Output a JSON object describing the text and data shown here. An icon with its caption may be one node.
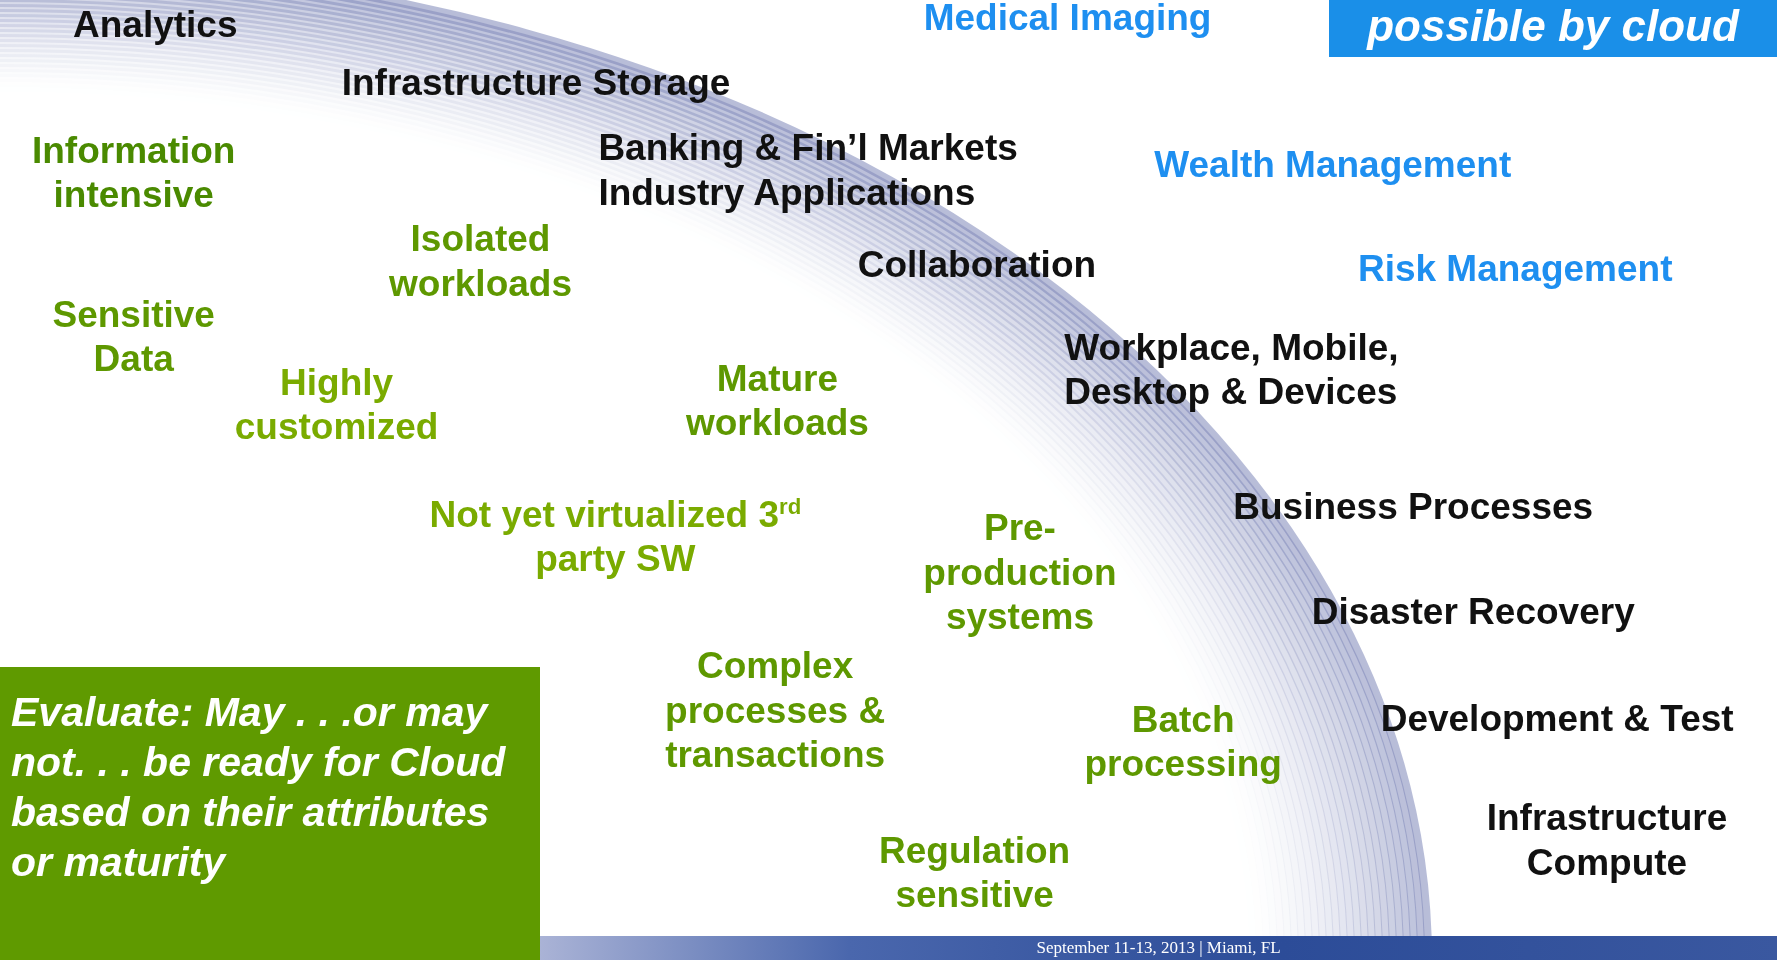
{
  "diagram": {
    "nodes": [
      {
        "text": [
          "possible by cloud"
        ]
      },
      {
        "text": [
          "Evaluate: May . . .or may not. . . be ready for Cloud based on their attributes or maturity"
        ]
      },
      {
        "text": [
          "September 11-13, 2013 | Miami, FL"
        ]
      }
    ],
    "labels": [
      "Analytics",
      "Medical Imaging",
      "Infrastructure Storage",
      "Information intensive",
      "Banking & Fin’l Markets Industry Applications",
      "Wealth Management",
      "Isolated workloads",
      "Collaboration",
      "Risk Management",
      "Sensitive Data",
      "Workplace, Mobile, Desktop & Devices",
      "Highly customized",
      "Mature workloads",
      "Not yet virtualized 3$^{rd}$ party SW",
      "Pre-production systems",
      "Business Processes",
      "Disaster Recovery",
      "Complex processes & transactions",
      "Batch processing",
      "Development & Test",
      "Infrastructure Compute",
      "Regulation sensitive"
    ]
  }
}
